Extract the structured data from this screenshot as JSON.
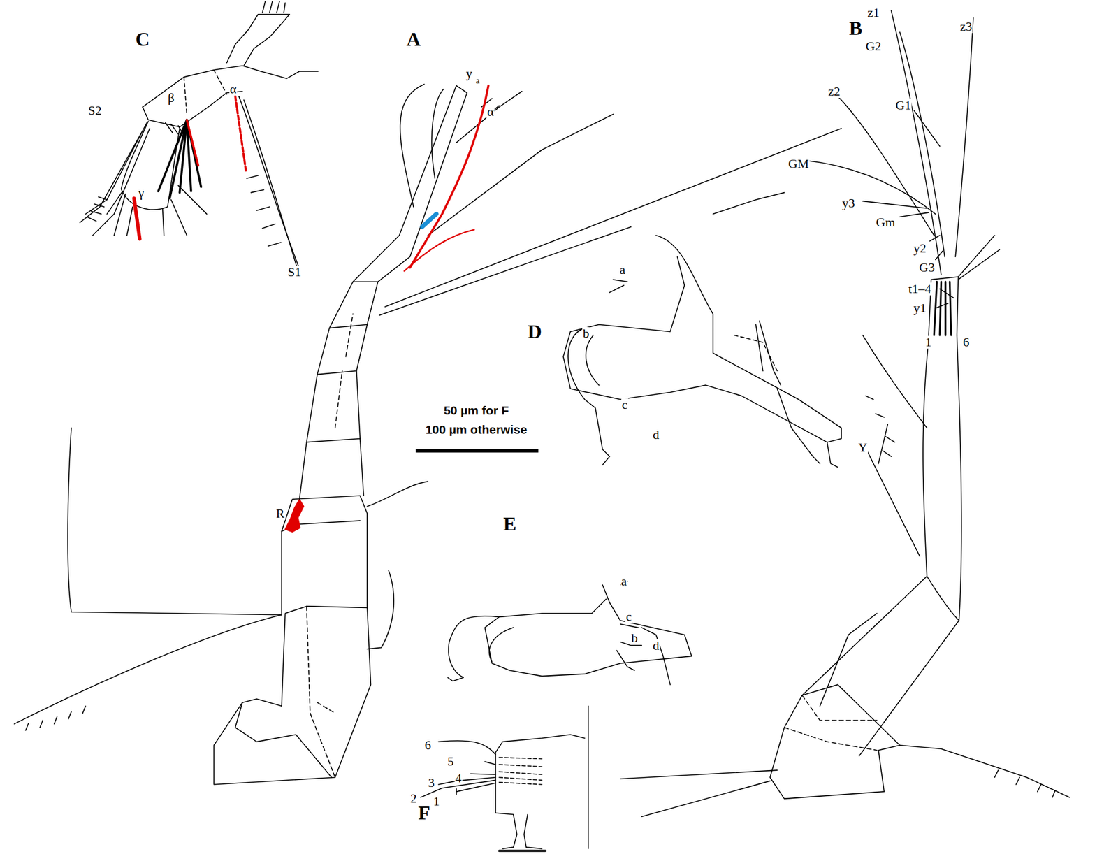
{
  "diagram": {
    "labels": [
      "C",
      "S2",
      "β",
      "α",
      "γ",
      "S1",
      "A",
      "y",
      "a",
      "α",
      "R",
      "B",
      "z1",
      "z3",
      "G2",
      "z2",
      "G1",
      "GM",
      "y3",
      "Gm",
      "y2",
      "G3",
      "t1–4",
      "y1",
      "1",
      "6",
      "Y",
      "D",
      "a",
      "b",
      "c",
      "d",
      "50 µm for F",
      "100 µm otherwise",
      "E",
      "a",
      "c",
      "b",
      "d",
      "F",
      "6",
      "5",
      "4",
      "3",
      "2",
      "1"
    ]
  }
}
